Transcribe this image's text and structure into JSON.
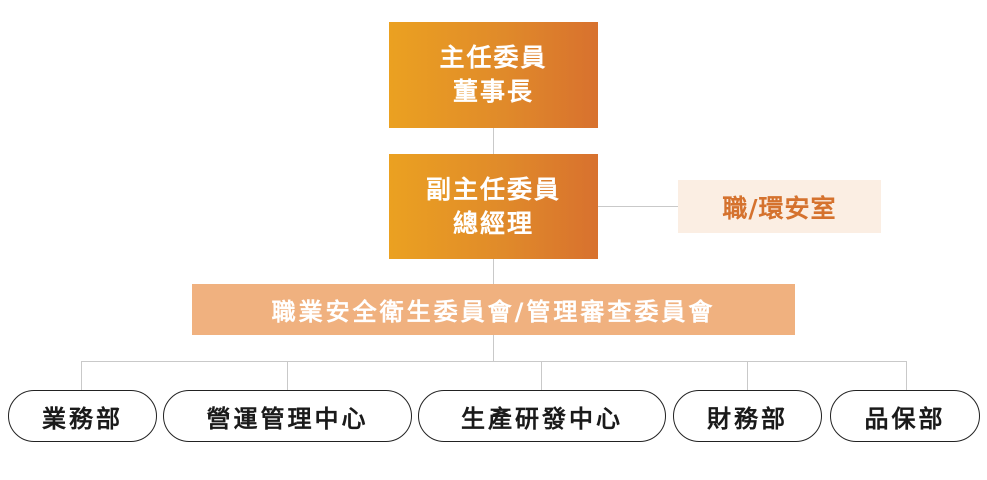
{
  "chairman": {
    "line1": "主任委員",
    "line2": "董事長"
  },
  "vice_chairman": {
    "line1": "副主任委員",
    "line2": "總經理"
  },
  "staff_office": {
    "label": "職/環安室"
  },
  "committee": {
    "label": "職業安全衛生委員會/管理審查委員會"
  },
  "departments": [
    {
      "label": "業務部"
    },
    {
      "label": "營運管理中心"
    },
    {
      "label": "生產研發中心"
    },
    {
      "label": "財務部"
    },
    {
      "label": "品保部"
    }
  ],
  "colors": {
    "gradient_start": "#eba121",
    "gradient_end": "#d8712e",
    "staff_bg": "#fbeee3",
    "staff_text": "#d5722e",
    "committee_bg": "#f0b17f",
    "connector": "#c9c9c9",
    "dept_border": "#222222"
  }
}
